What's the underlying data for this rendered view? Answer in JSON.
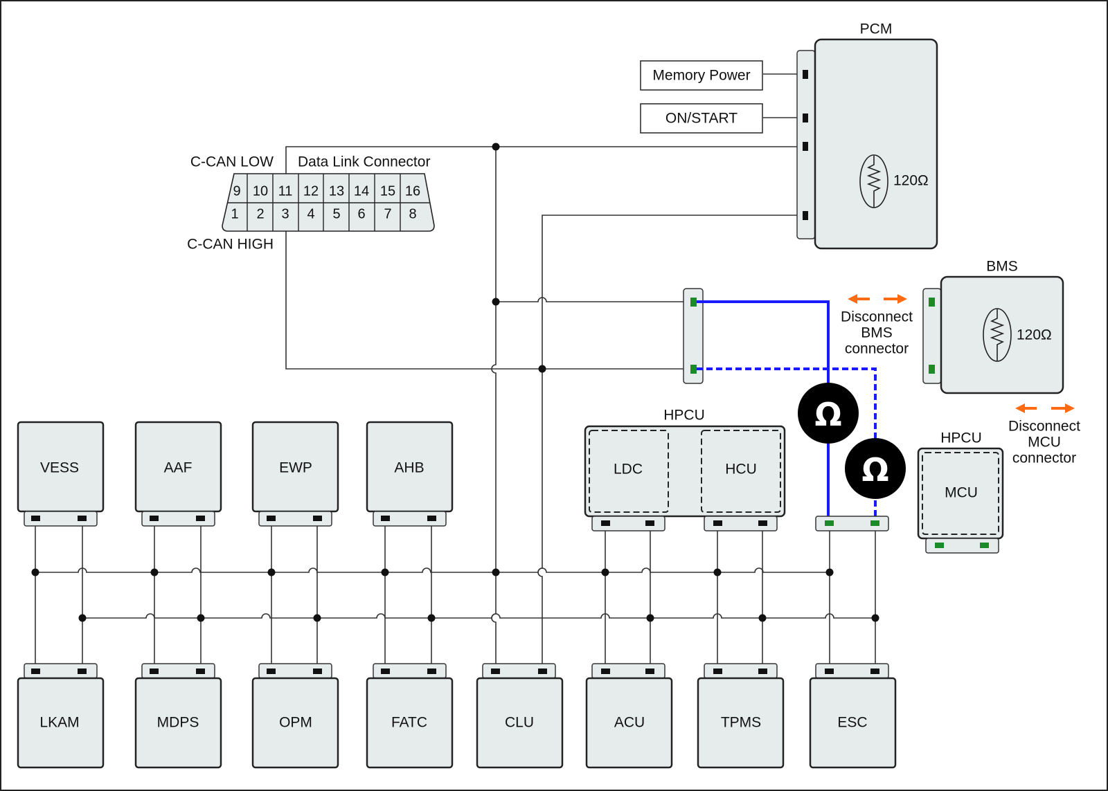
{
  "colors": {
    "module_fill": "#e6ecec",
    "wire": "#333333",
    "measurement_wire": "#1a1aff",
    "disconnect_arrow": "#ff6a13",
    "pin_black": "#111111",
    "pin_green": "#1a8a2a"
  },
  "pcm": {
    "title": "PCM",
    "resistor": "120Ω",
    "memory_power": "Memory Power",
    "on_start": "ON/START"
  },
  "dlc": {
    "title": "Data Link Connector",
    "can_low": "C-CAN LOW",
    "can_high": "C-CAN HIGH",
    "top_pins": [
      "9",
      "10",
      "11",
      "12",
      "13",
      "14",
      "15",
      "16"
    ],
    "bottom_pins": [
      "1",
      "2",
      "3",
      "4",
      "5",
      "6",
      "7",
      "8"
    ]
  },
  "bms": {
    "title": "BMS",
    "resistor": "120Ω",
    "disconnect": [
      "Disconnect",
      "BMS",
      "connector"
    ]
  },
  "hpcu_main": {
    "title": "HPCU",
    "left": "LDC",
    "right": "HCU"
  },
  "hpcu_mcu": {
    "title": "HPCU",
    "module": "MCU",
    "disconnect": [
      "Disconnect",
      "MCU",
      "connector"
    ]
  },
  "meters": {
    "symbol": "Ω",
    "icons": [
      "ohmmeter-icon",
      "ohmmeter-icon"
    ]
  },
  "top_modules": [
    "VESS",
    "AAF",
    "EWP",
    "AHB"
  ],
  "bottom_modules": [
    "LKAM",
    "MDPS",
    "OPM",
    "FATC",
    "CLU",
    "ACU",
    "TPMS",
    "ESC"
  ]
}
